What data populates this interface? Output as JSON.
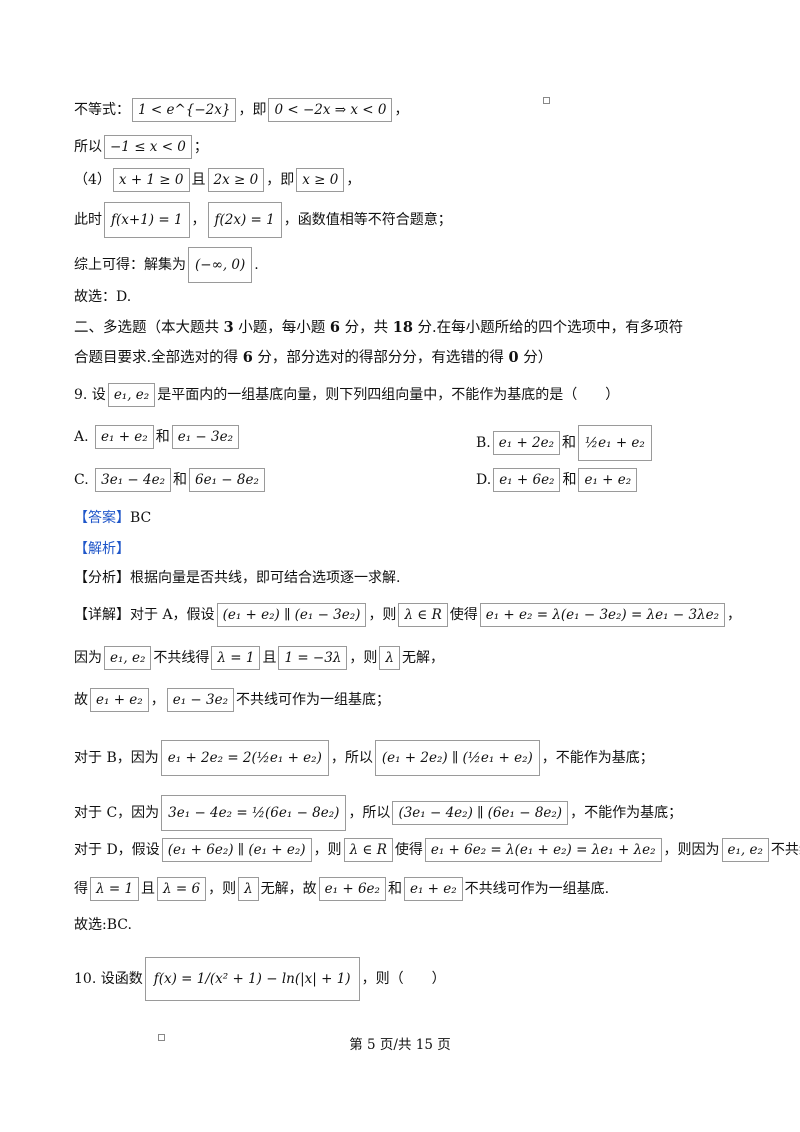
{
  "lines": {
    "l1_pre": "不等式：",
    "l1_m1": "1 < e^{−2x}",
    "l1_mid": "，即",
    "l1_m2": "0 < −2x ⇒ x < 0",
    "l1_post": "，",
    "l2_pre": "所以",
    "l2_m1": "−1 ≤ x < 0",
    "l2_post": "；",
    "l3_pre": "（4）",
    "l3_m1": "x + 1 ≥ 0",
    "l3_mid1": "且",
    "l3_m2": "2x ≥ 0",
    "l3_mid2": "，即",
    "l3_m3": "x ≥ 0",
    "l3_post": "，",
    "l4_pre": "此时",
    "l4_m1": "f(x+1) = 1",
    "l4_mid": "，",
    "l4_m2": "f(2x) = 1",
    "l4_post": "，函数值相等不符合题意；",
    "l5_pre": "综上可得：解集为",
    "l5_m1": "(−∞, 0)",
    "l5_post": ".",
    "l6": "故选：D.",
    "sec2_a": "二、多选题（本大题共 ",
    "sec2_n1": "3",
    "sec2_b": " 小题，每小题 ",
    "sec2_n2": "6",
    "sec2_c": " 分，共 ",
    "sec2_n3": "18",
    "sec2_d": " 分.在每小题所给的四个选项中，有多项符",
    "sec2_e": "合题目要求.全部选对的得 ",
    "sec2_n4": "6",
    "sec2_f": " 分，部分选对的得部分分，有选错的得 ",
    "sec2_n5": "0",
    "sec2_g": " 分）",
    "q9_pre": "9. 设",
    "q9_m1": "e₁, e₂",
    "q9_post": "是平面内的一组基底向量，则下列四组向量中，不能作为基底的是（　　）",
    "optA_label": "A.",
    "optA_m1": "e₁ + e₂",
    "optA_mid": "和",
    "optA_m2": "e₁ − 3e₂",
    "optB_label": "B.",
    "optB_m1": "e₁ + 2e₂",
    "optB_mid": "和",
    "optB_m2": "½e₁ + e₂",
    "optC_label": "C.",
    "optC_m1": "3e₁ − 4e₂",
    "optC_mid": "和",
    "optC_m2": "6e₁ − 8e₂",
    "optD_label": "D.",
    "optD_m1": "e₁ + 6e₂",
    "optD_mid": "和",
    "optD_m2": "e₁ + e₂",
    "ans_tag": "【答案】",
    "ans_val": "BC",
    "jx_tag": "【解析】",
    "fx_tag": "【分析】",
    "fx_text": "根据向量是否共线，即可结合选项逐一求解.",
    "xj_tag": "【详解】",
    "xj_a": "对于 A，假设",
    "xj_m1": "(e₁ + e₂) ∥ (e₁ − 3e₂)",
    "xj_b": "，则",
    "xj_m2": "λ ∈ R",
    "xj_c": "使得",
    "xj_m3": "e₁ + e₂ = λ(e₁ − 3e₂) = λe₁ − 3λe₂",
    "xj_d": "，",
    "r2_a": "因为",
    "r2_m1": "e₁, e₂",
    "r2_b": "不共线得",
    "r2_m2": "λ = 1",
    "r2_c": "且",
    "r2_m3": "1 = −3λ",
    "r2_d": "，则",
    "r2_m4": "λ",
    "r2_e": "无解，",
    "r3_a": "故",
    "r3_m1": "e₁ + e₂",
    "r3_b": "，",
    "r3_m2": "e₁ − 3e₂",
    "r3_c": "不共线可作为一组基底；",
    "b_a": "对于 B，因为",
    "b_m1": "e₁ + 2e₂ = 2(½e₁ + e₂)",
    "b_b": "，所以",
    "b_m2": "(e₁ + 2e₂) ∥ (½e₁ + e₂)",
    "b_c": "，不能作为基底；",
    "c_a": "对于 C，因为",
    "c_m1": "3e₁ − 4e₂ = ½(6e₁ − 8e₂)",
    "c_b": "，所以",
    "c_m2": "(3e₁ − 4e₂) ∥ (6e₁ − 8e₂)",
    "c_c": "，不能作为基底；",
    "d_a": "对于 D，假设",
    "d_m1": "(e₁ + 6e₂) ∥ (e₁ + e₂)",
    "d_b": "，则",
    "d_m2": "λ ∈ R",
    "d_c": "使得",
    "d_m3": "e₁ + 6e₂ = λ(e₁ + e₂) = λe₁ + λe₂",
    "d_d": "，则因为",
    "d_m4": "e₁, e₂",
    "d_e": "不共线",
    "d2_a": "得",
    "d2_m1": "λ = 1",
    "d2_b": "且",
    "d2_m2": "λ = 6",
    "d2_c": "，则",
    "d2_m3": "λ",
    "d2_d": "无解，故",
    "d2_m4": "e₁ + 6e₂",
    "d2_e": "和",
    "d2_m5": "e₁ + e₂",
    "d2_f": "不共线可作为一组基底.",
    "end": "故选:BC.",
    "q10_pre": "10. 设函数",
    "q10_m1": "f(x) = 1/(x² + 1) − ln(|x| + 1)",
    "q10_post": "，则（　　）"
  },
  "footer": "第 5 页/共 15 页"
}
